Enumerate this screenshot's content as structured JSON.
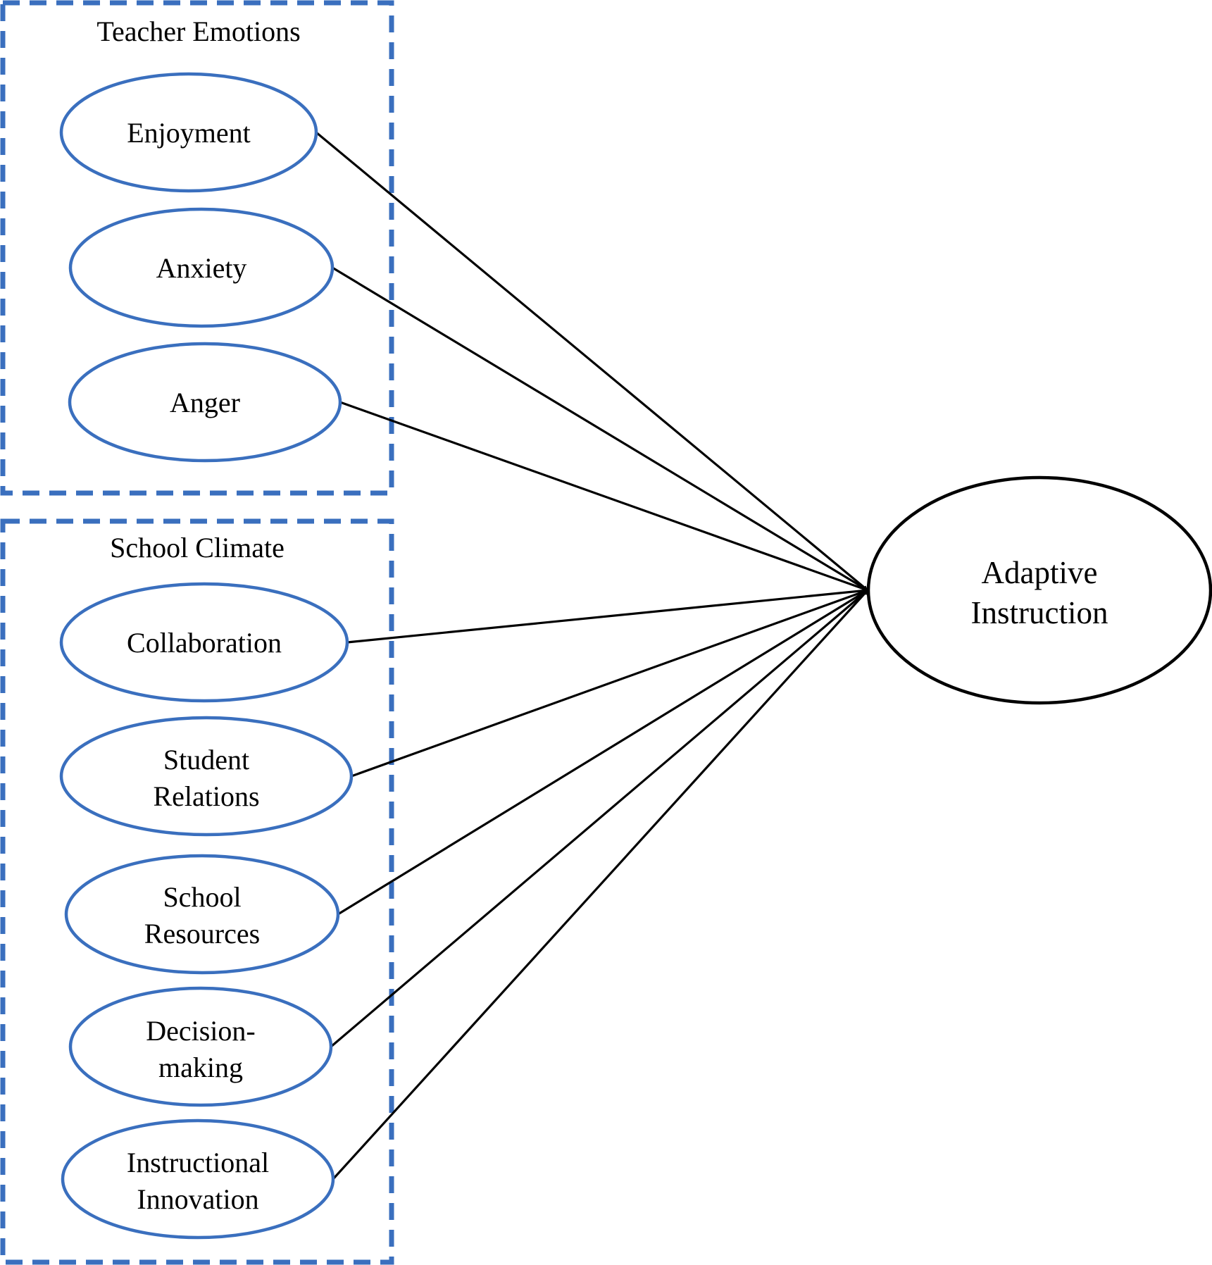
{
  "colors": {
    "predictor_stroke": "#3a6fbe",
    "group_border": "#3a6fbe",
    "outcome_stroke": "#000000",
    "path": "#000000"
  },
  "groups": [
    {
      "id": "teacher-emotions",
      "title": "Teacher Emotions"
    },
    {
      "id": "school-climate",
      "title": "School Climate"
    }
  ],
  "nodes": [
    {
      "id": "enjoyment",
      "group": "teacher-emotions",
      "lines": [
        "Enjoyment"
      ]
    },
    {
      "id": "anxiety",
      "group": "teacher-emotions",
      "lines": [
        "Anxiety"
      ]
    },
    {
      "id": "anger",
      "group": "teacher-emotions",
      "lines": [
        "Anger"
      ]
    },
    {
      "id": "collaboration",
      "group": "school-climate",
      "lines": [
        "Collaboration"
      ]
    },
    {
      "id": "student-relations",
      "group": "school-climate",
      "lines": [
        "Student",
        "Relations"
      ]
    },
    {
      "id": "school-resources",
      "group": "school-climate",
      "lines": [
        "School",
        "Resources"
      ]
    },
    {
      "id": "decision-making",
      "group": "school-climate",
      "lines": [
        "Decision-",
        "making"
      ]
    },
    {
      "id": "instructional-innovation",
      "group": "school-climate",
      "lines": [
        "Instructional",
        "Innovation"
      ]
    }
  ],
  "outcome": {
    "id": "adaptive-instruction",
    "lines": [
      "Adaptive",
      "Instruction"
    ]
  },
  "edges": [
    {
      "from": "enjoyment",
      "to": "adaptive-instruction"
    },
    {
      "from": "anxiety",
      "to": "adaptive-instruction"
    },
    {
      "from": "anger",
      "to": "adaptive-instruction"
    },
    {
      "from": "collaboration",
      "to": "adaptive-instruction"
    },
    {
      "from": "student-relations",
      "to": "adaptive-instruction"
    },
    {
      "from": "school-resources",
      "to": "adaptive-instruction"
    },
    {
      "from": "decision-making",
      "to": "adaptive-instruction"
    },
    {
      "from": "instructional-innovation",
      "to": "adaptive-instruction"
    }
  ]
}
